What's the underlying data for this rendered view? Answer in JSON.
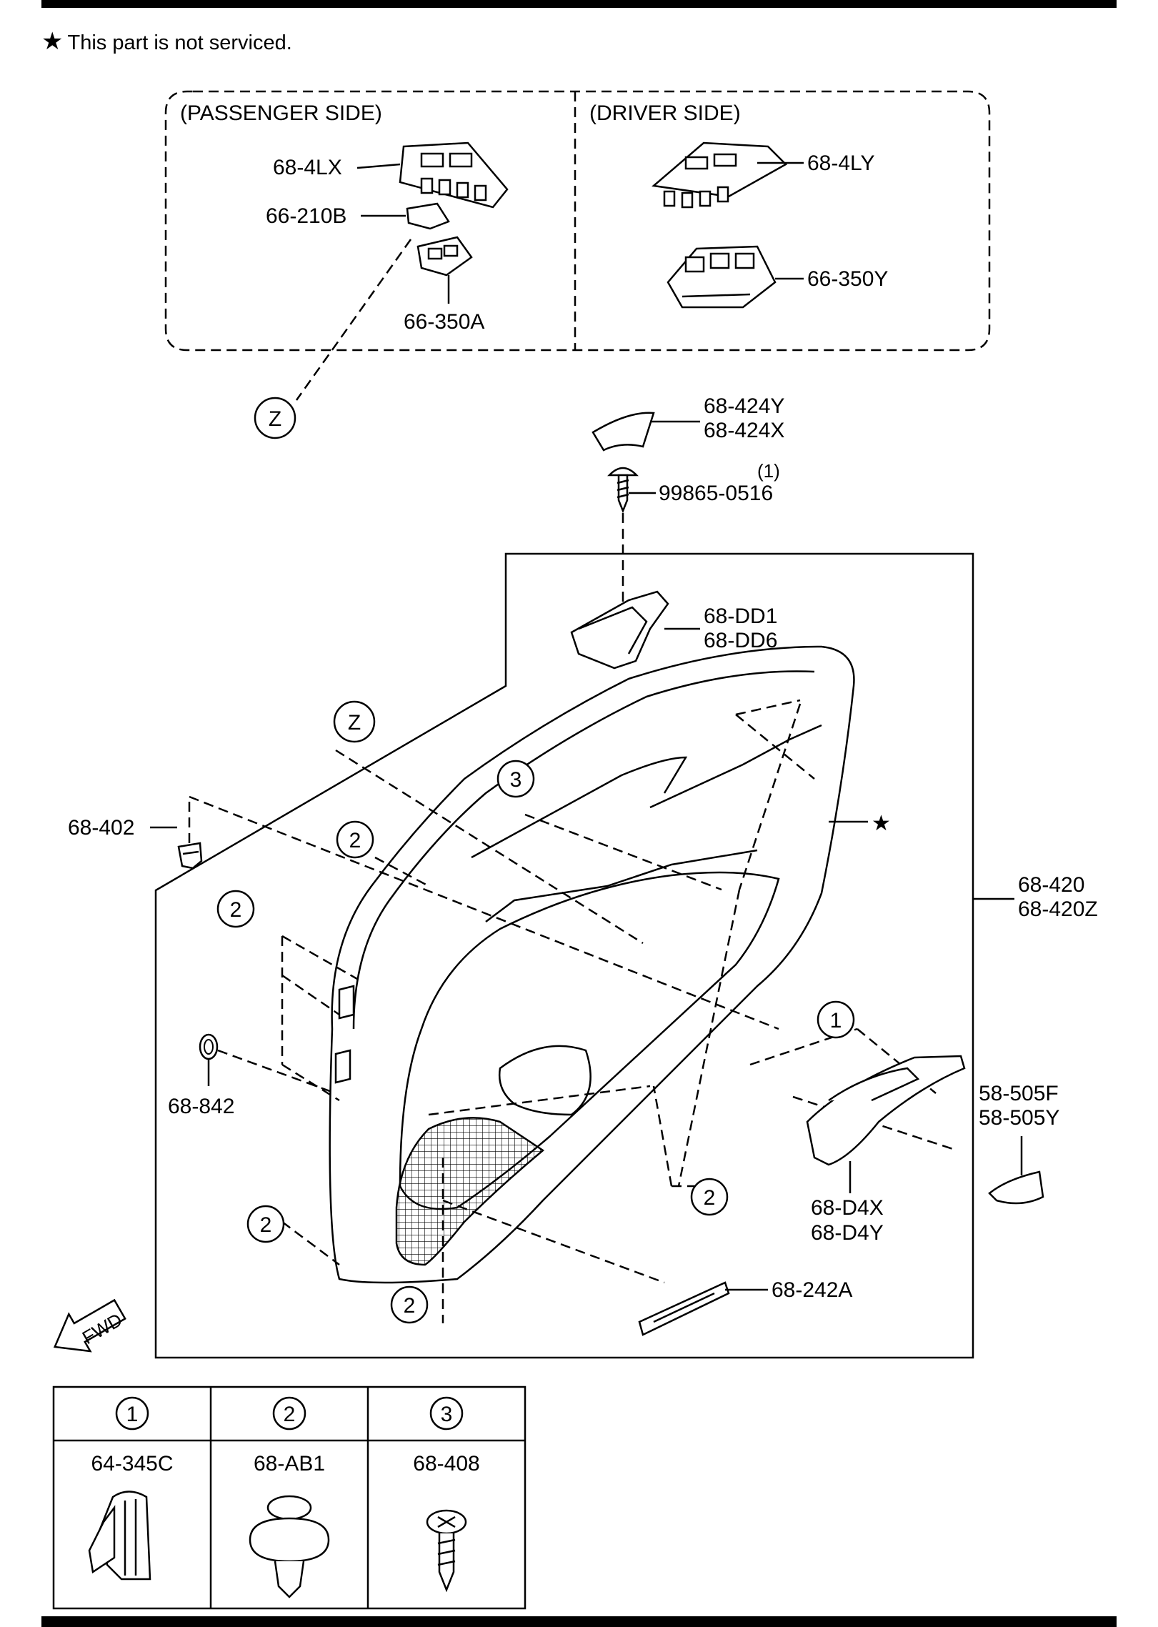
{
  "note": {
    "star": "★",
    "text": "This part is not serviced."
  },
  "inset": {
    "passenger_title": "(PASSENGER SIDE)",
    "driver_title": "(DRIVER SIDE)",
    "passenger_parts": [
      "68-4LX",
      "66-210B",
      "66-350A"
    ],
    "driver_parts": [
      "68-4LY",
      "66-350Y"
    ]
  },
  "callouts": {
    "z": "Z",
    "c1": "1",
    "c2": "2",
    "c3": "3",
    "star": "★"
  },
  "parts": {
    "grip_cover_y": "68-424Y",
    "grip_cover_x": "68-424X",
    "screw_qty": "(1)",
    "screw": "99865-0516",
    "handle_1": "68-DD1",
    "handle_2": "68-DD6",
    "clip": "68-402",
    "trim_1": "68-420",
    "trim_2": "68-420Z",
    "plug": "68-842",
    "bracket_1": "58-505F",
    "bracket_2": "58-505Y",
    "pocket_1": "68-D4X",
    "pocket_2": "68-D4Y",
    "reflector": "68-242A",
    "fwd": "FWD"
  },
  "legend": {
    "headers": [
      "1",
      "2",
      "3"
    ],
    "parts": [
      "64-345C",
      "68-AB1",
      "68-408"
    ]
  }
}
